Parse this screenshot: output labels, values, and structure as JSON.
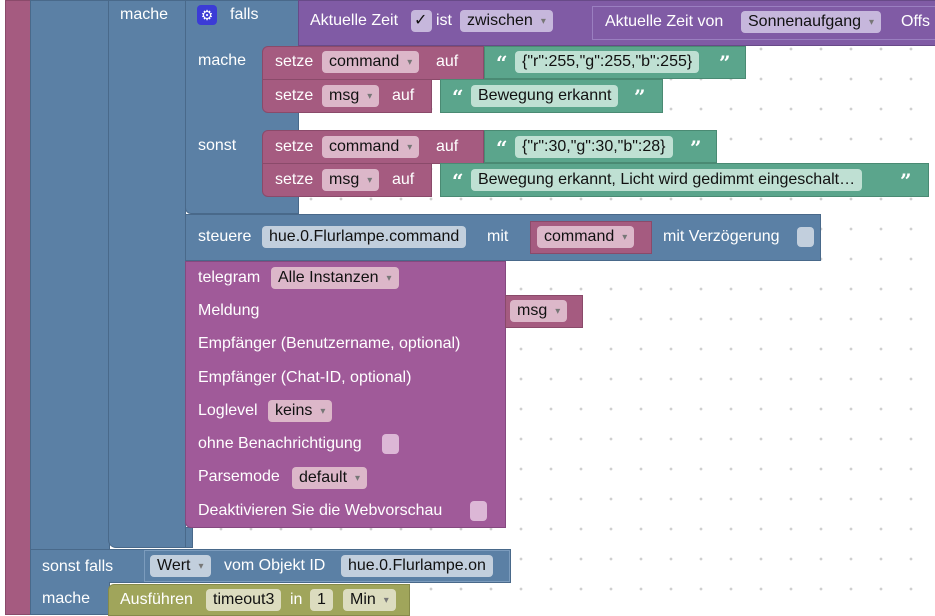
{
  "outer": {
    "mache": "mache",
    "sonst_falls": "sonst falls",
    "mache2": "mache"
  },
  "inner_if": {
    "falls": "falls",
    "mache": "mache",
    "sonst": "sonst"
  },
  "condition": {
    "label": "Aktuelle Zeit",
    "check": "✓",
    "ist": "ist",
    "op": "zwischen",
    "sub_label": "Aktuelle Zeit von",
    "sub_value": "Sonnenaufgang",
    "offset": "Offs"
  },
  "set_blocks": [
    {
      "setze": "setze",
      "var": "command",
      "auf": "auf",
      "value": "{\"r\":255,\"g\":255,\"b\":255}"
    },
    {
      "setze": "setze",
      "var": "msg",
      "auf": "auf",
      "value": "Bewegung erkannt"
    },
    {
      "setze": "setze",
      "var": "command",
      "auf": "auf",
      "value": "{\"r\":30,\"g\":30,\"b\":28}"
    },
    {
      "setze": "setze",
      "var": "msg",
      "auf": "auf",
      "value": "Bewegung erkannt, Licht wird gedimmt eingeschalt…"
    }
  ],
  "quote_open": "“",
  "quote_close": "”",
  "steuere": {
    "label": "steuere",
    "object": "hue.0.Flurlampe.command",
    "mit": "mit",
    "var": "command",
    "delay": "mit Verzögerung"
  },
  "telegram": {
    "label": "telegram",
    "instance": "Alle Instanzen",
    "meldung": "Meldung",
    "msg_var": "msg",
    "user": "Empfänger (Benutzername, optional)",
    "chat": "Empfänger (Chat-ID, optional)",
    "loglevel": "Loglevel",
    "loglevel_value": "keins",
    "silent": "ohne Benachrichtigung",
    "parsemode": "Parsemode",
    "parsemode_value": "default",
    "preview": "Deaktivieren Sie die Webvorschau"
  },
  "sonst_falls_cond": {
    "type": "Wert",
    "vom": "vom Objekt ID",
    "object": "hue.0.Flurlampe.on"
  },
  "timeout": {
    "label": "Ausführen",
    "name": "timeout3",
    "in": "in",
    "value": "1",
    "unit": "Min"
  }
}
